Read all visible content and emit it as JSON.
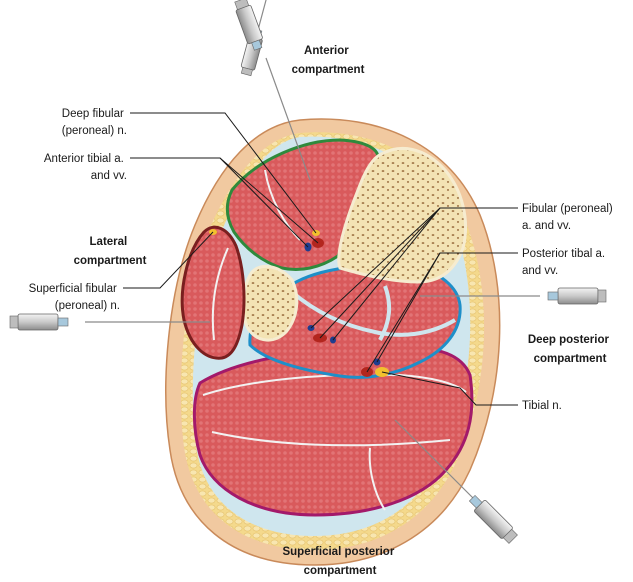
{
  "headings": {
    "anterior": [
      "Anterior",
      "compartment"
    ],
    "lateral": [
      "Lateral",
      "compartment"
    ],
    "deep_posterior": [
      "Deep posterior",
      "compartment"
    ],
    "superficial_posterior": [
      "Superficial posterior",
      "compartment"
    ]
  },
  "labels": {
    "deep_fibular": [
      "Deep fibular",
      "(peroneal) n."
    ],
    "anterior_tibial": [
      "Anterior tibial a.",
      "and vv."
    ],
    "superficial_fibular": [
      "Superficial fibular",
      "(peroneal) n."
    ],
    "fibular_vessels": [
      "Fibular (peroneal)",
      "a. and vv."
    ],
    "posterior_tibial": [
      "Posterior tibal a.",
      "and vv."
    ],
    "tibial_nerve": [
      "Tibial n."
    ]
  },
  "colors": {
    "skin": "#f1c9a0",
    "fat": "#f4dc96",
    "fascia": "#cfe6ee",
    "muscle": "#d95a5c",
    "bone": "#f3e3b4",
    "anterior_border": "#2f8a3c",
    "lateral_border": "#7a1f1f",
    "deep_posterior_border": "#1e8fc9",
    "superficial_posterior_border": "#a3196a",
    "artery": "#b3261e",
    "vein": "#1f3d8f",
    "nerve": "#f2c12e"
  }
}
